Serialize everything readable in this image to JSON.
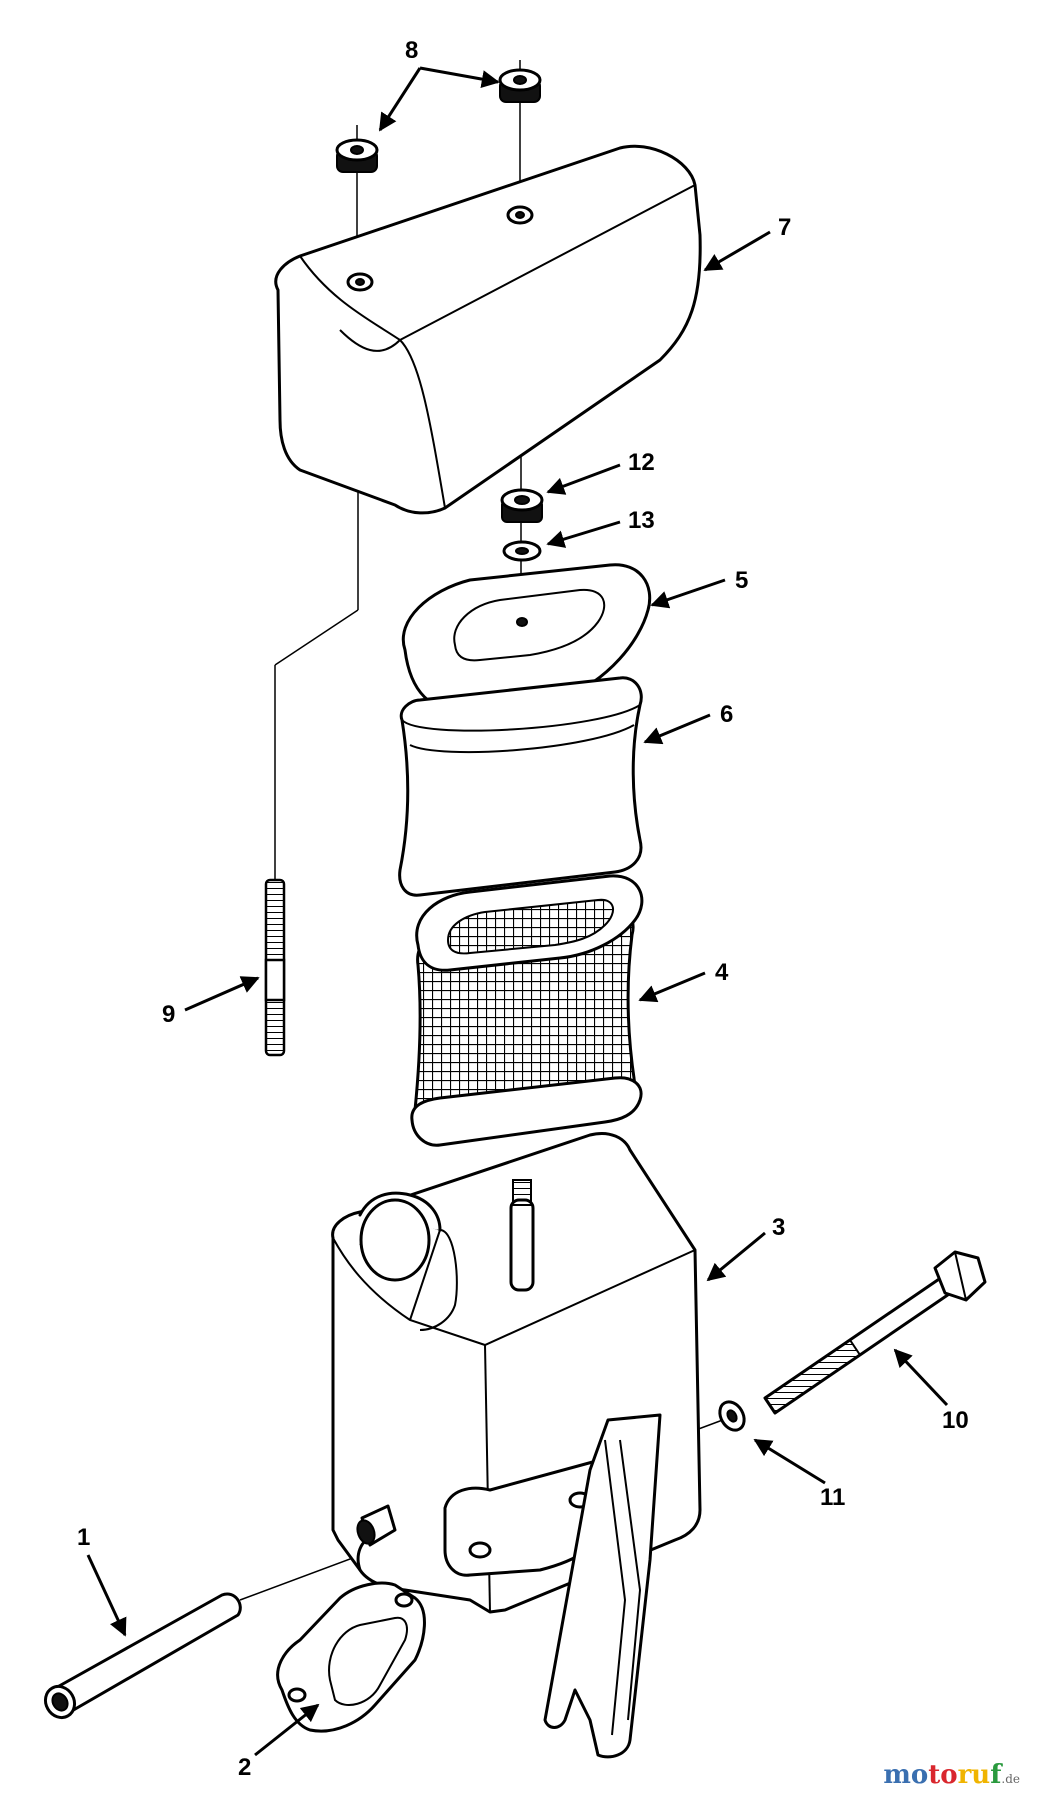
{
  "diagram": {
    "callouts": [
      {
        "id": "1",
        "label": "1"
      },
      {
        "id": "2",
        "label": "2"
      },
      {
        "id": "3",
        "label": "3"
      },
      {
        "id": "4",
        "label": "4"
      },
      {
        "id": "5",
        "label": "5"
      },
      {
        "id": "6",
        "label": "6"
      },
      {
        "id": "7",
        "label": "7"
      },
      {
        "id": "8",
        "label": "8"
      },
      {
        "id": "9",
        "label": "9"
      },
      {
        "id": "10",
        "label": "10"
      },
      {
        "id": "11",
        "label": "11"
      },
      {
        "id": "12",
        "label": "12"
      },
      {
        "id": "13",
        "label": "13"
      }
    ]
  },
  "watermark": {
    "brand": "motoruf",
    "tld": ".de",
    "colors": [
      "#3a6fb0",
      "#d9272e",
      "#f0b400",
      "#2a9a3e"
    ]
  }
}
